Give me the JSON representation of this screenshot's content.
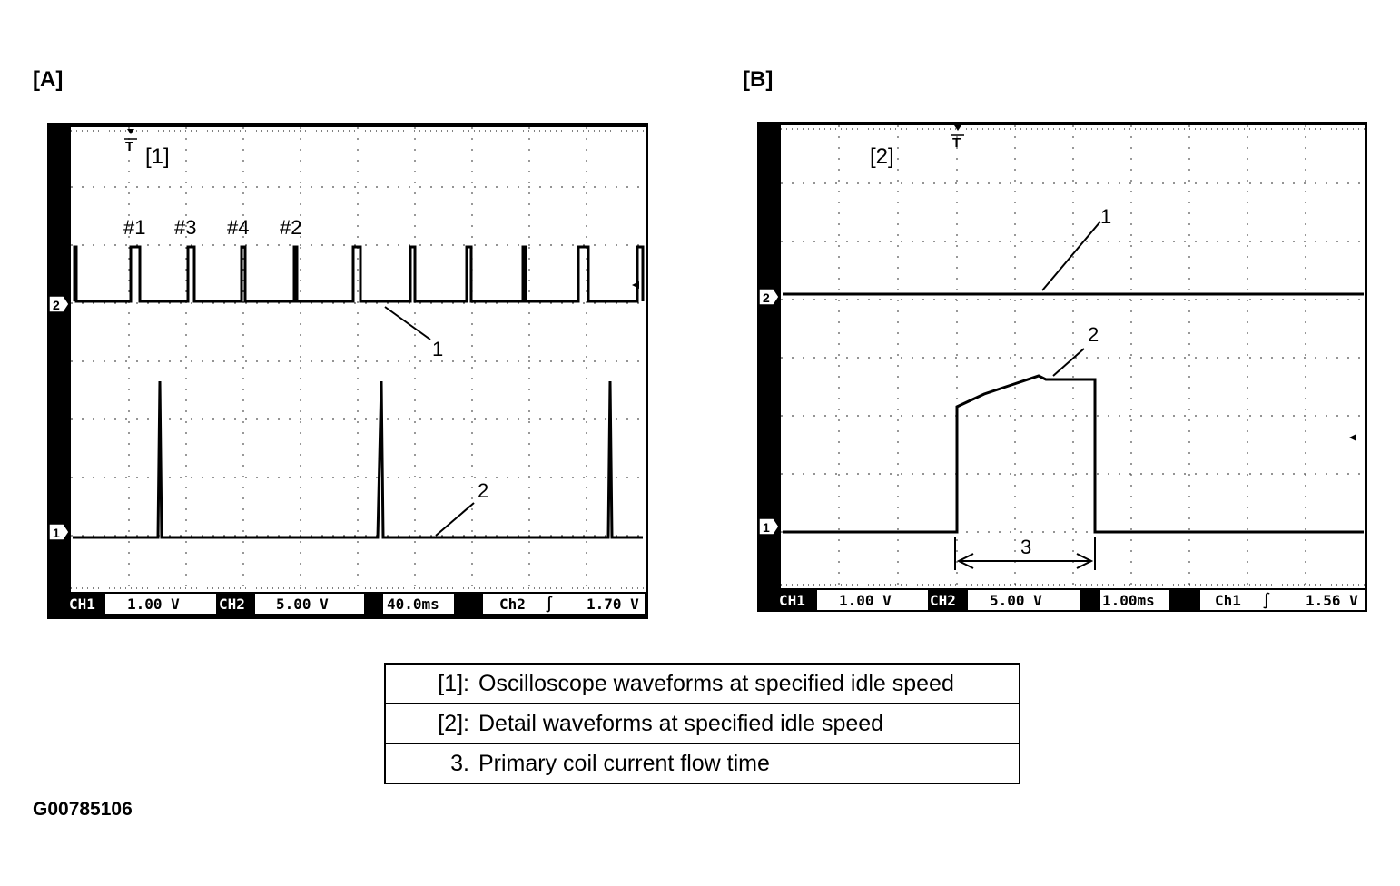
{
  "panels": [
    {
      "label": "[A]",
      "tag": "[1]",
      "cylinder_labels": [
        "#1",
        "#3",
        "#4",
        "#2"
      ],
      "trace_callouts": [
        "1",
        "2"
      ],
      "channel_markers": [
        "2",
        "1"
      ],
      "status": {
        "ch1_label": "CH1",
        "ch1_value": "1.00 V",
        "ch2_label": "CH2",
        "ch2_value": "5.00 V",
        "timebase": "40.0ms",
        "trigger_source": "Ch2",
        "trigger_slope": "∫",
        "trigger_level": "1.70 V"
      }
    },
    {
      "label": "[B]",
      "tag": "[2]",
      "trace_callouts": [
        "1",
        "2"
      ],
      "dimension_label": "3",
      "channel_markers": [
        "2",
        "1"
      ],
      "status": {
        "ch1_label": "CH1",
        "ch1_value": "1.00 V",
        "ch2_label": "CH2",
        "ch2_value": "5.00 V",
        "timebase": "1.00ms",
        "trigger_source": "Ch1",
        "trigger_slope": "∫",
        "trigger_level": "1.56 V"
      }
    }
  ],
  "legend": [
    {
      "key": "[1]:",
      "text": "Oscilloscope waveforms at specified idle speed"
    },
    {
      "key": "[2]:",
      "text": "Detail waveforms at specified idle speed"
    },
    {
      "key": "3.",
      "text": "Primary coil current flow time"
    }
  ],
  "figure_id": "G00785106",
  "colors": {
    "frame": "#111111",
    "screen": "#ffffff",
    "trace": "#000000"
  }
}
